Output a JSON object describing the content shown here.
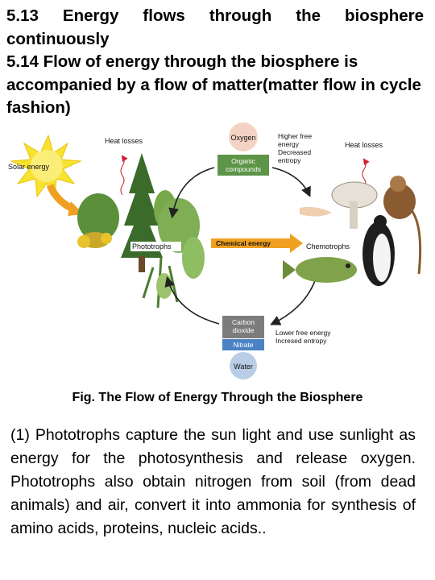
{
  "heading": {
    "line1": "5.13  Energy  flows  through  the  biosphere continuously",
    "line2": "5.14  Flow of energy through the biosphere is accompanied by a flow of matter(matter flow in cycle fashion)"
  },
  "figure": {
    "solar_energy": "Solar energy",
    "heat_losses_left": "Heat losses",
    "heat_losses_right": "Heat losses",
    "oxygen": "Oxygen",
    "organic_compounds_1": "Organic",
    "organic_compounds_2": "compounds",
    "higher_free_1": "Higher free",
    "higher_free_2": "energy",
    "higher_free_3": "Decreased",
    "higher_free_4": "entropy",
    "phototrophs": "Phototrophs",
    "chemical_energy": "Chemical energy",
    "chemotrophs": "Chemotrophs",
    "carbon_dioxide_1": "Carbon",
    "carbon_dioxide_2": "dioxide",
    "nitrate": "Nitrate",
    "water": "Water",
    "lower_free_1": "Lower free energy",
    "lower_free_2": "Incresed entropy"
  },
  "caption": "Fig. The Flow of Energy Through the Biosphere",
  "body": "(1) Phototrophs capture the sun light and use sunlight  as energy for the photosynthesis and release  oxygen.  Phototrophs  also  obtain nitrogen from soil (from dead animals) and air, convert it into ammonia for synthesis of amino acids, proteins, nucleic acids..",
  "colors": {
    "oxygen_circle": "#f5d3c4",
    "organic_box": "#5e9448",
    "carbon_box": "#7c7c7c",
    "nitrate_box": "#4b82c4",
    "water_circle": "#b9cde6",
    "chemical_arrow": "#f0a020",
    "sun": "#f7e230"
  }
}
